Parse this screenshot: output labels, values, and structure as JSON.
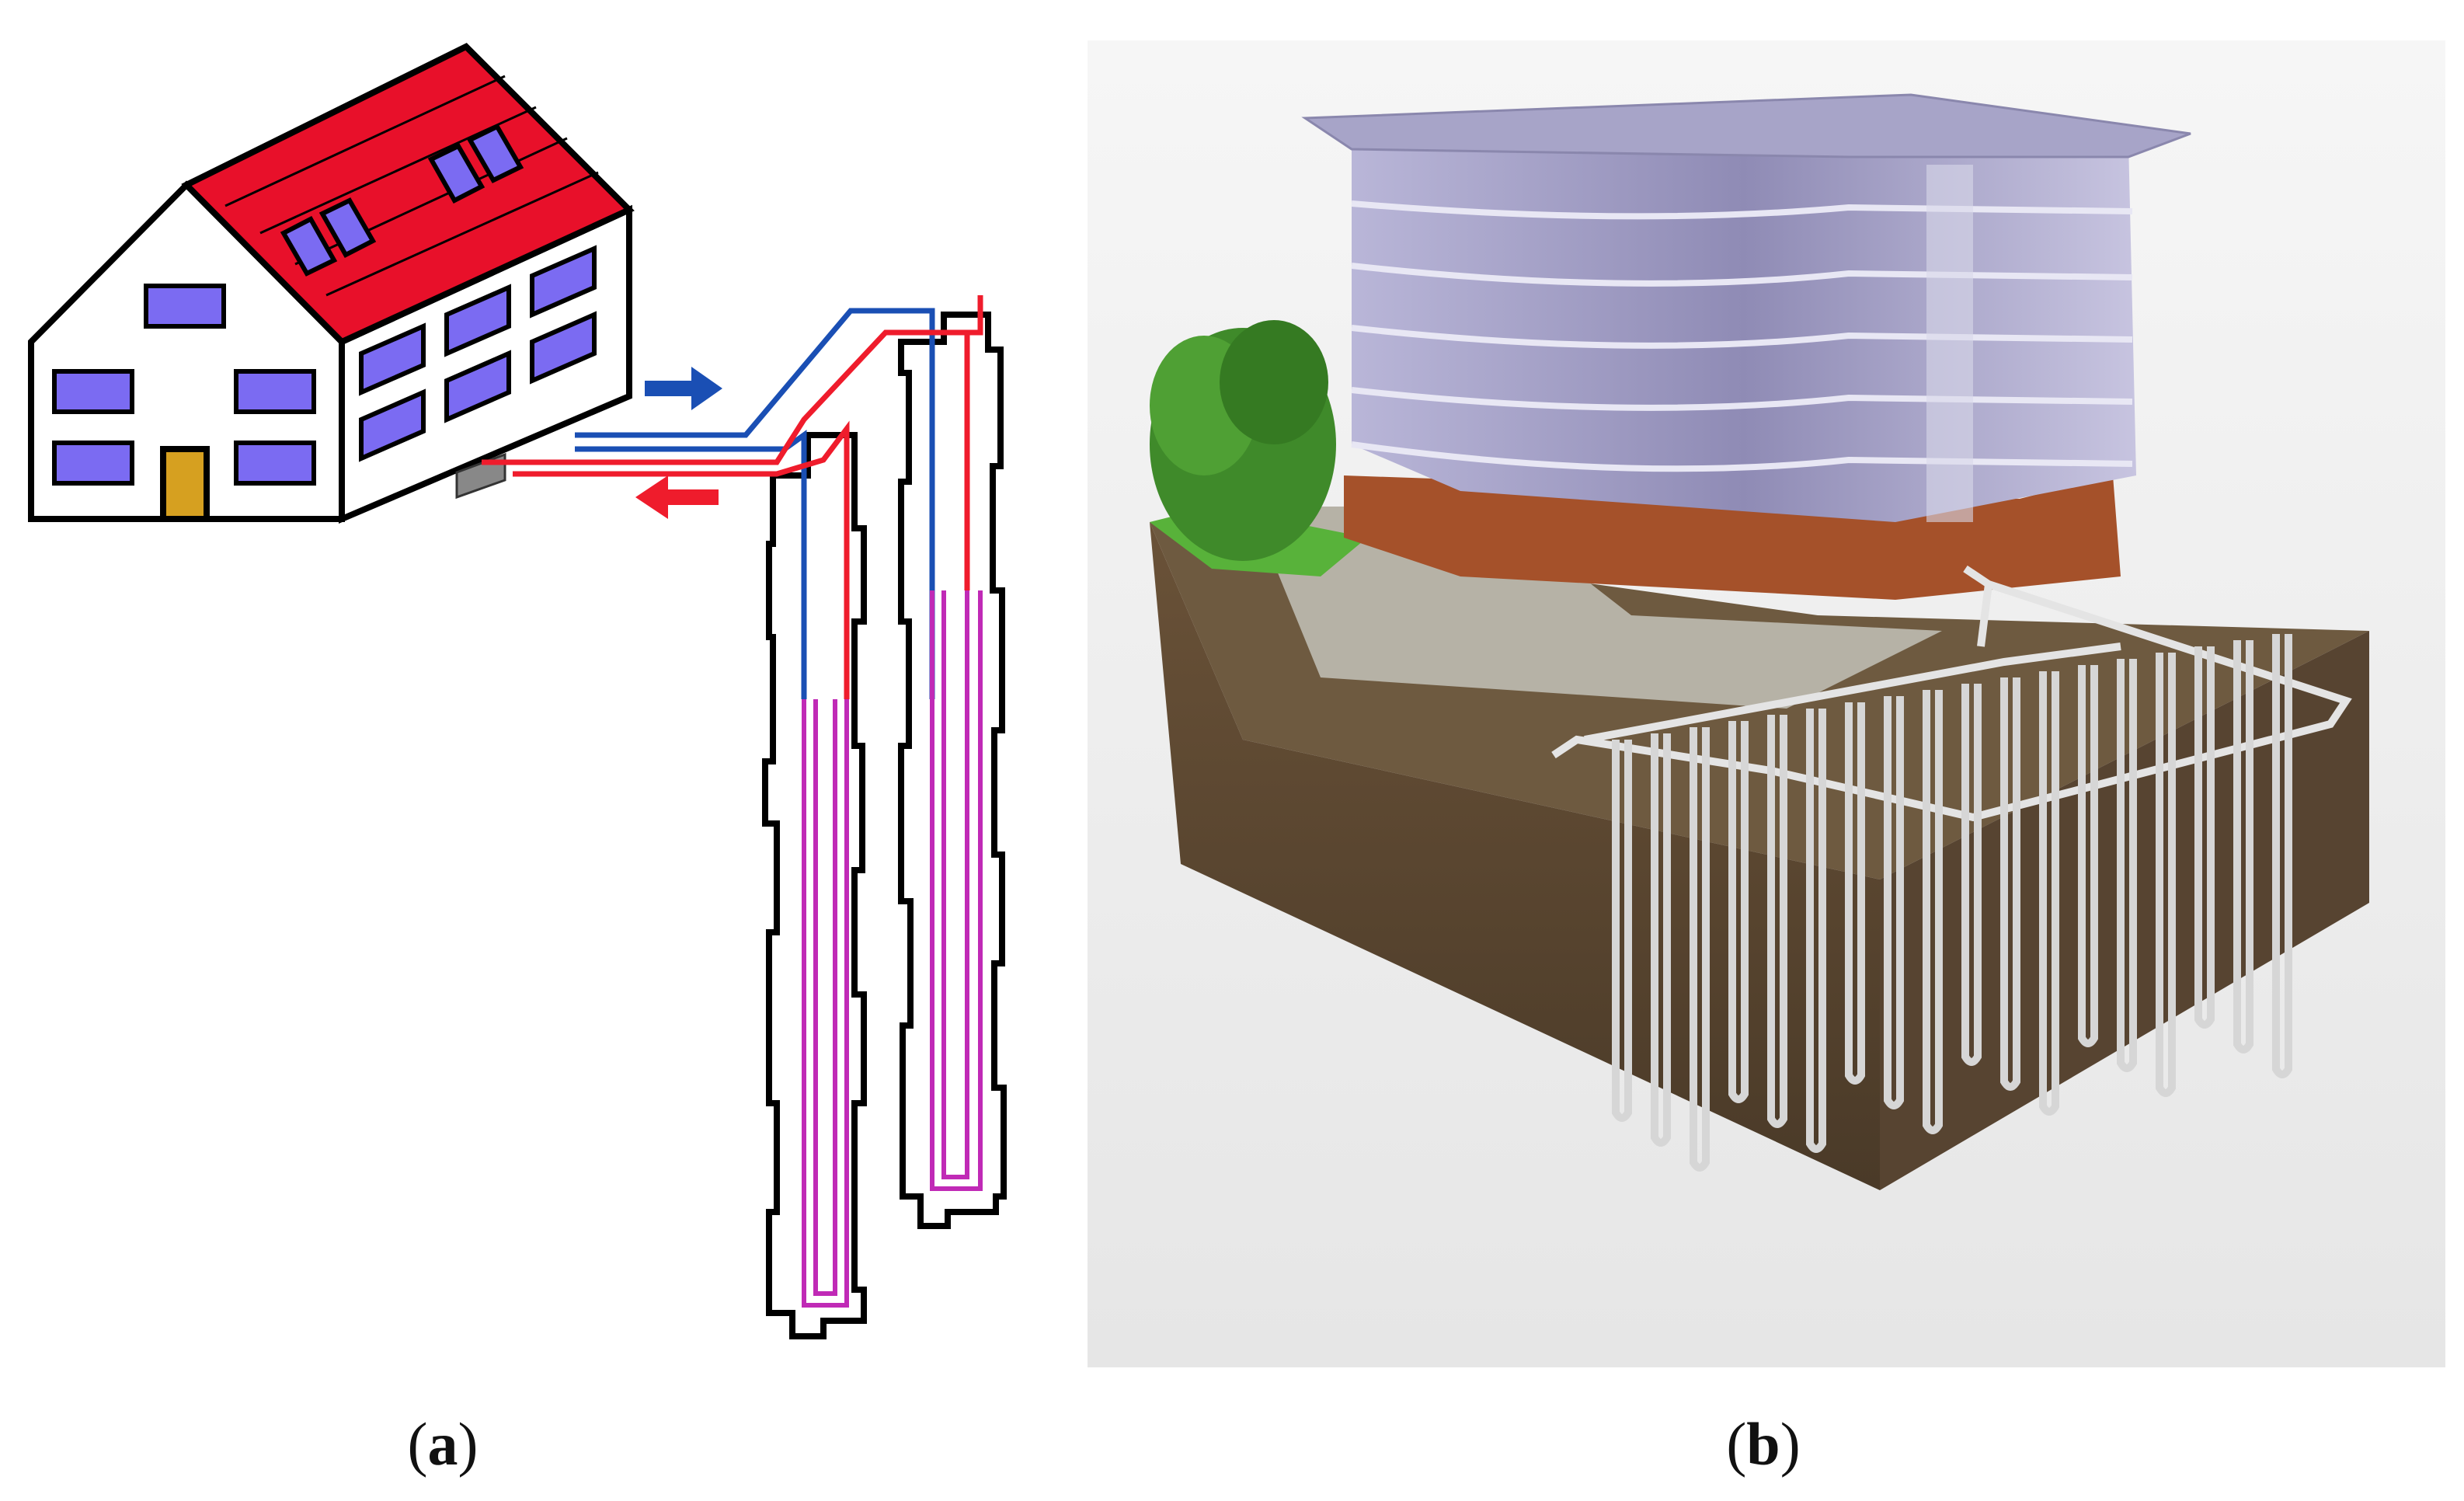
{
  "figure": {
    "panels": [
      {
        "id": "a",
        "caption": {
          "open": "(",
          "letter": "a",
          "close": ")"
        },
        "illustration": "house-with-borehole-heat-exchangers",
        "colors": {
          "roof": "#e8102a",
          "windows": "#7b6bf2",
          "door": "#d6a020",
          "supply": "#1a4fb4",
          "return": "#ef1c2c",
          "mixed": "#c02ab6"
        }
      },
      {
        "id": "b",
        "caption": {
          "open": "(",
          "letter": "b",
          "close": ")"
        },
        "illustration": "office-building-with-energy-piles",
        "colors": {
          "facade": "#9d9ac0",
          "soil": "#5b4631",
          "brick": "#a5512a",
          "tree": "#3f8a2a",
          "backdrop": "#f2f2f2",
          "pipes": "#e4e4e4"
        }
      }
    ]
  }
}
